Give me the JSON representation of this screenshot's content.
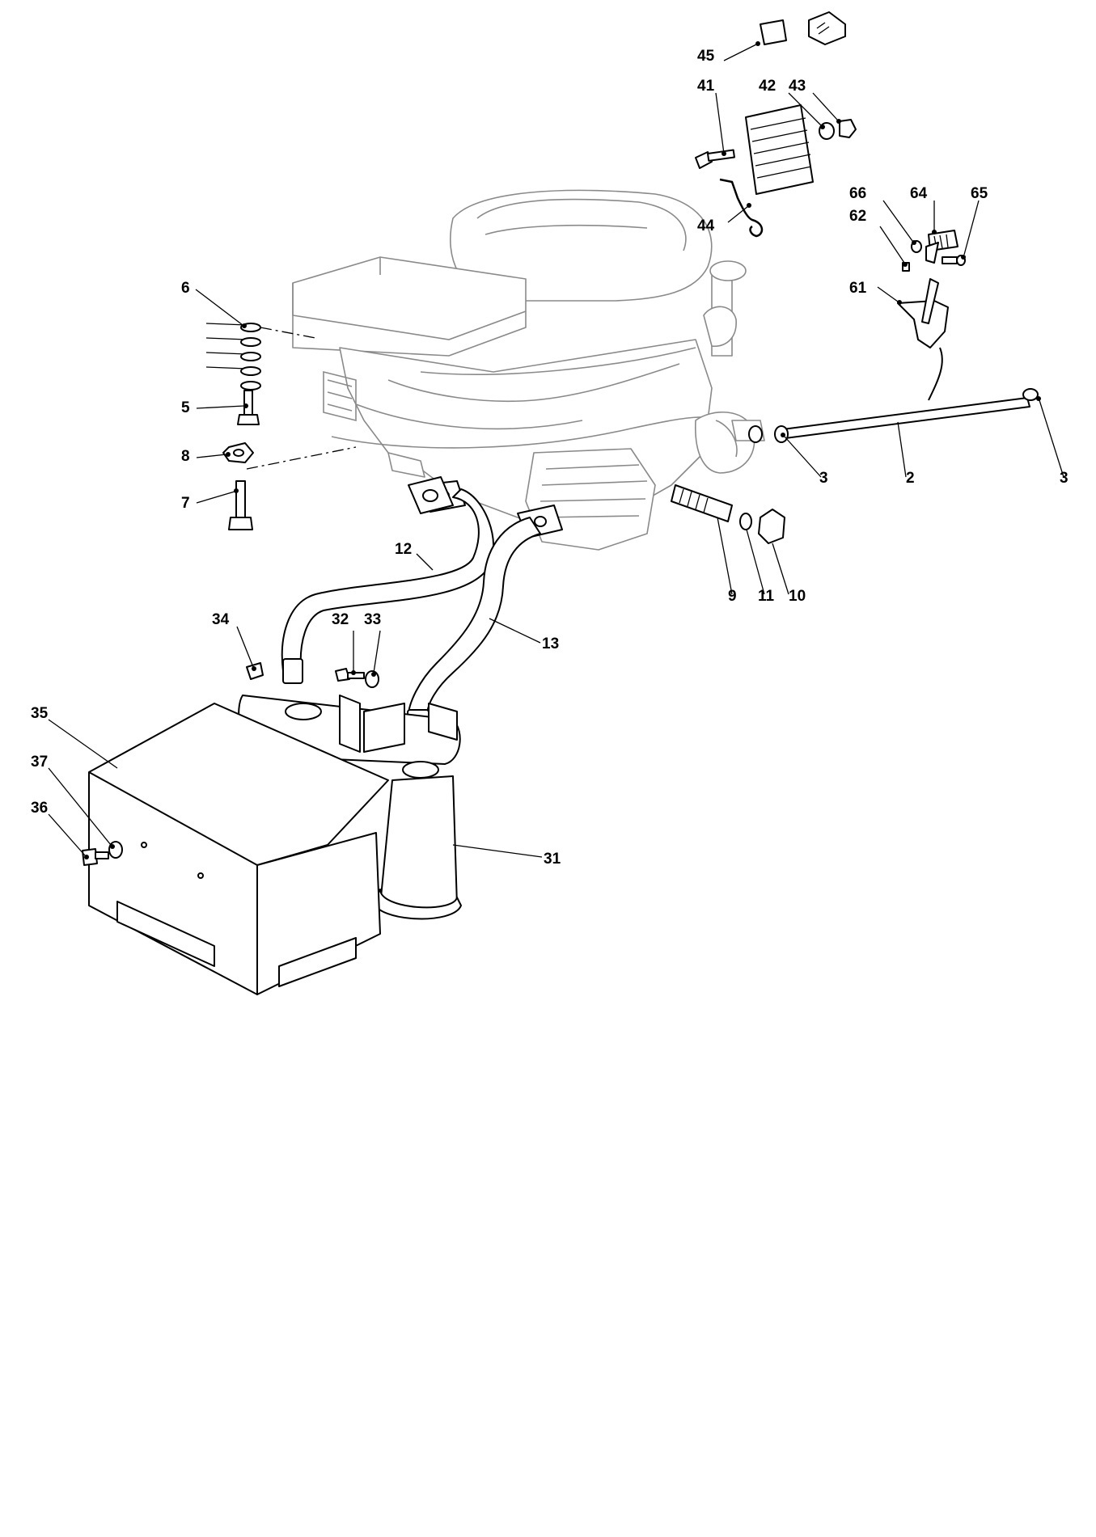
{
  "diagram": {
    "kind": "exploded-parts-view",
    "callouts": [
      {
        "id": "c45",
        "label": "45"
      },
      {
        "id": "c41",
        "label": "41"
      },
      {
        "id": "c42",
        "label": "42"
      },
      {
        "id": "c43",
        "label": "43"
      },
      {
        "id": "c44",
        "label": "44"
      },
      {
        "id": "c66",
        "label": "66"
      },
      {
        "id": "c64",
        "label": "64"
      },
      {
        "id": "c65",
        "label": "65"
      },
      {
        "id": "c62",
        "label": "62"
      },
      {
        "id": "c61",
        "label": "61"
      },
      {
        "id": "c6",
        "label": "6"
      },
      {
        "id": "c5",
        "label": "5"
      },
      {
        "id": "c8",
        "label": "8"
      },
      {
        "id": "c7",
        "label": "7"
      },
      {
        "id": "c3a",
        "label": "3"
      },
      {
        "id": "c2",
        "label": "2"
      },
      {
        "id": "c3b",
        "label": "3"
      },
      {
        "id": "c12",
        "label": "12"
      },
      {
        "id": "c9",
        "label": "9"
      },
      {
        "id": "c11",
        "label": "11"
      },
      {
        "id": "c10",
        "label": "10"
      },
      {
        "id": "c13",
        "label": "13"
      },
      {
        "id": "c34",
        "label": "34"
      },
      {
        "id": "c32",
        "label": "32"
      },
      {
        "id": "c33",
        "label": "33"
      },
      {
        "id": "c35",
        "label": "35"
      },
      {
        "id": "c37",
        "label": "37"
      },
      {
        "id": "c36",
        "label": "36"
      },
      {
        "id": "c31",
        "label": "31"
      }
    ]
  }
}
